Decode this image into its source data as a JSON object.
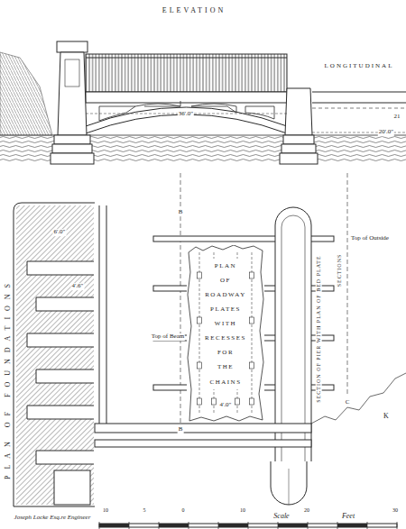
{
  "diagram": {
    "nodes": [
      {
        "text": [
          "PLAN OF FOUNDATIONS"
        ]
      },
      {
        "text": [
          "PLAN OF ROADWAY PLATES WITH RECESSES FOR THE CHAINS",
          "4'.0\""
        ]
      }
    ],
    "labels": [
      "ELEVATION",
      "LONGITUDINAL",
      "21",
      "36'.0\"",
      "20'.0\"",
      "B",
      "B",
      "C",
      "Top of Beam",
      "Top of Outside",
      "SECTION OF PIER WITH PLAN OF BED PLATE",
      "SECTIONS",
      "K",
      "6'.0\"",
      "4'.6\"",
      "Joseph Locke Esq.re Engineer",
      "Scale",
      "Feet",
      "10",
      "5",
      "0",
      "10",
      "20",
      "30"
    ]
  }
}
